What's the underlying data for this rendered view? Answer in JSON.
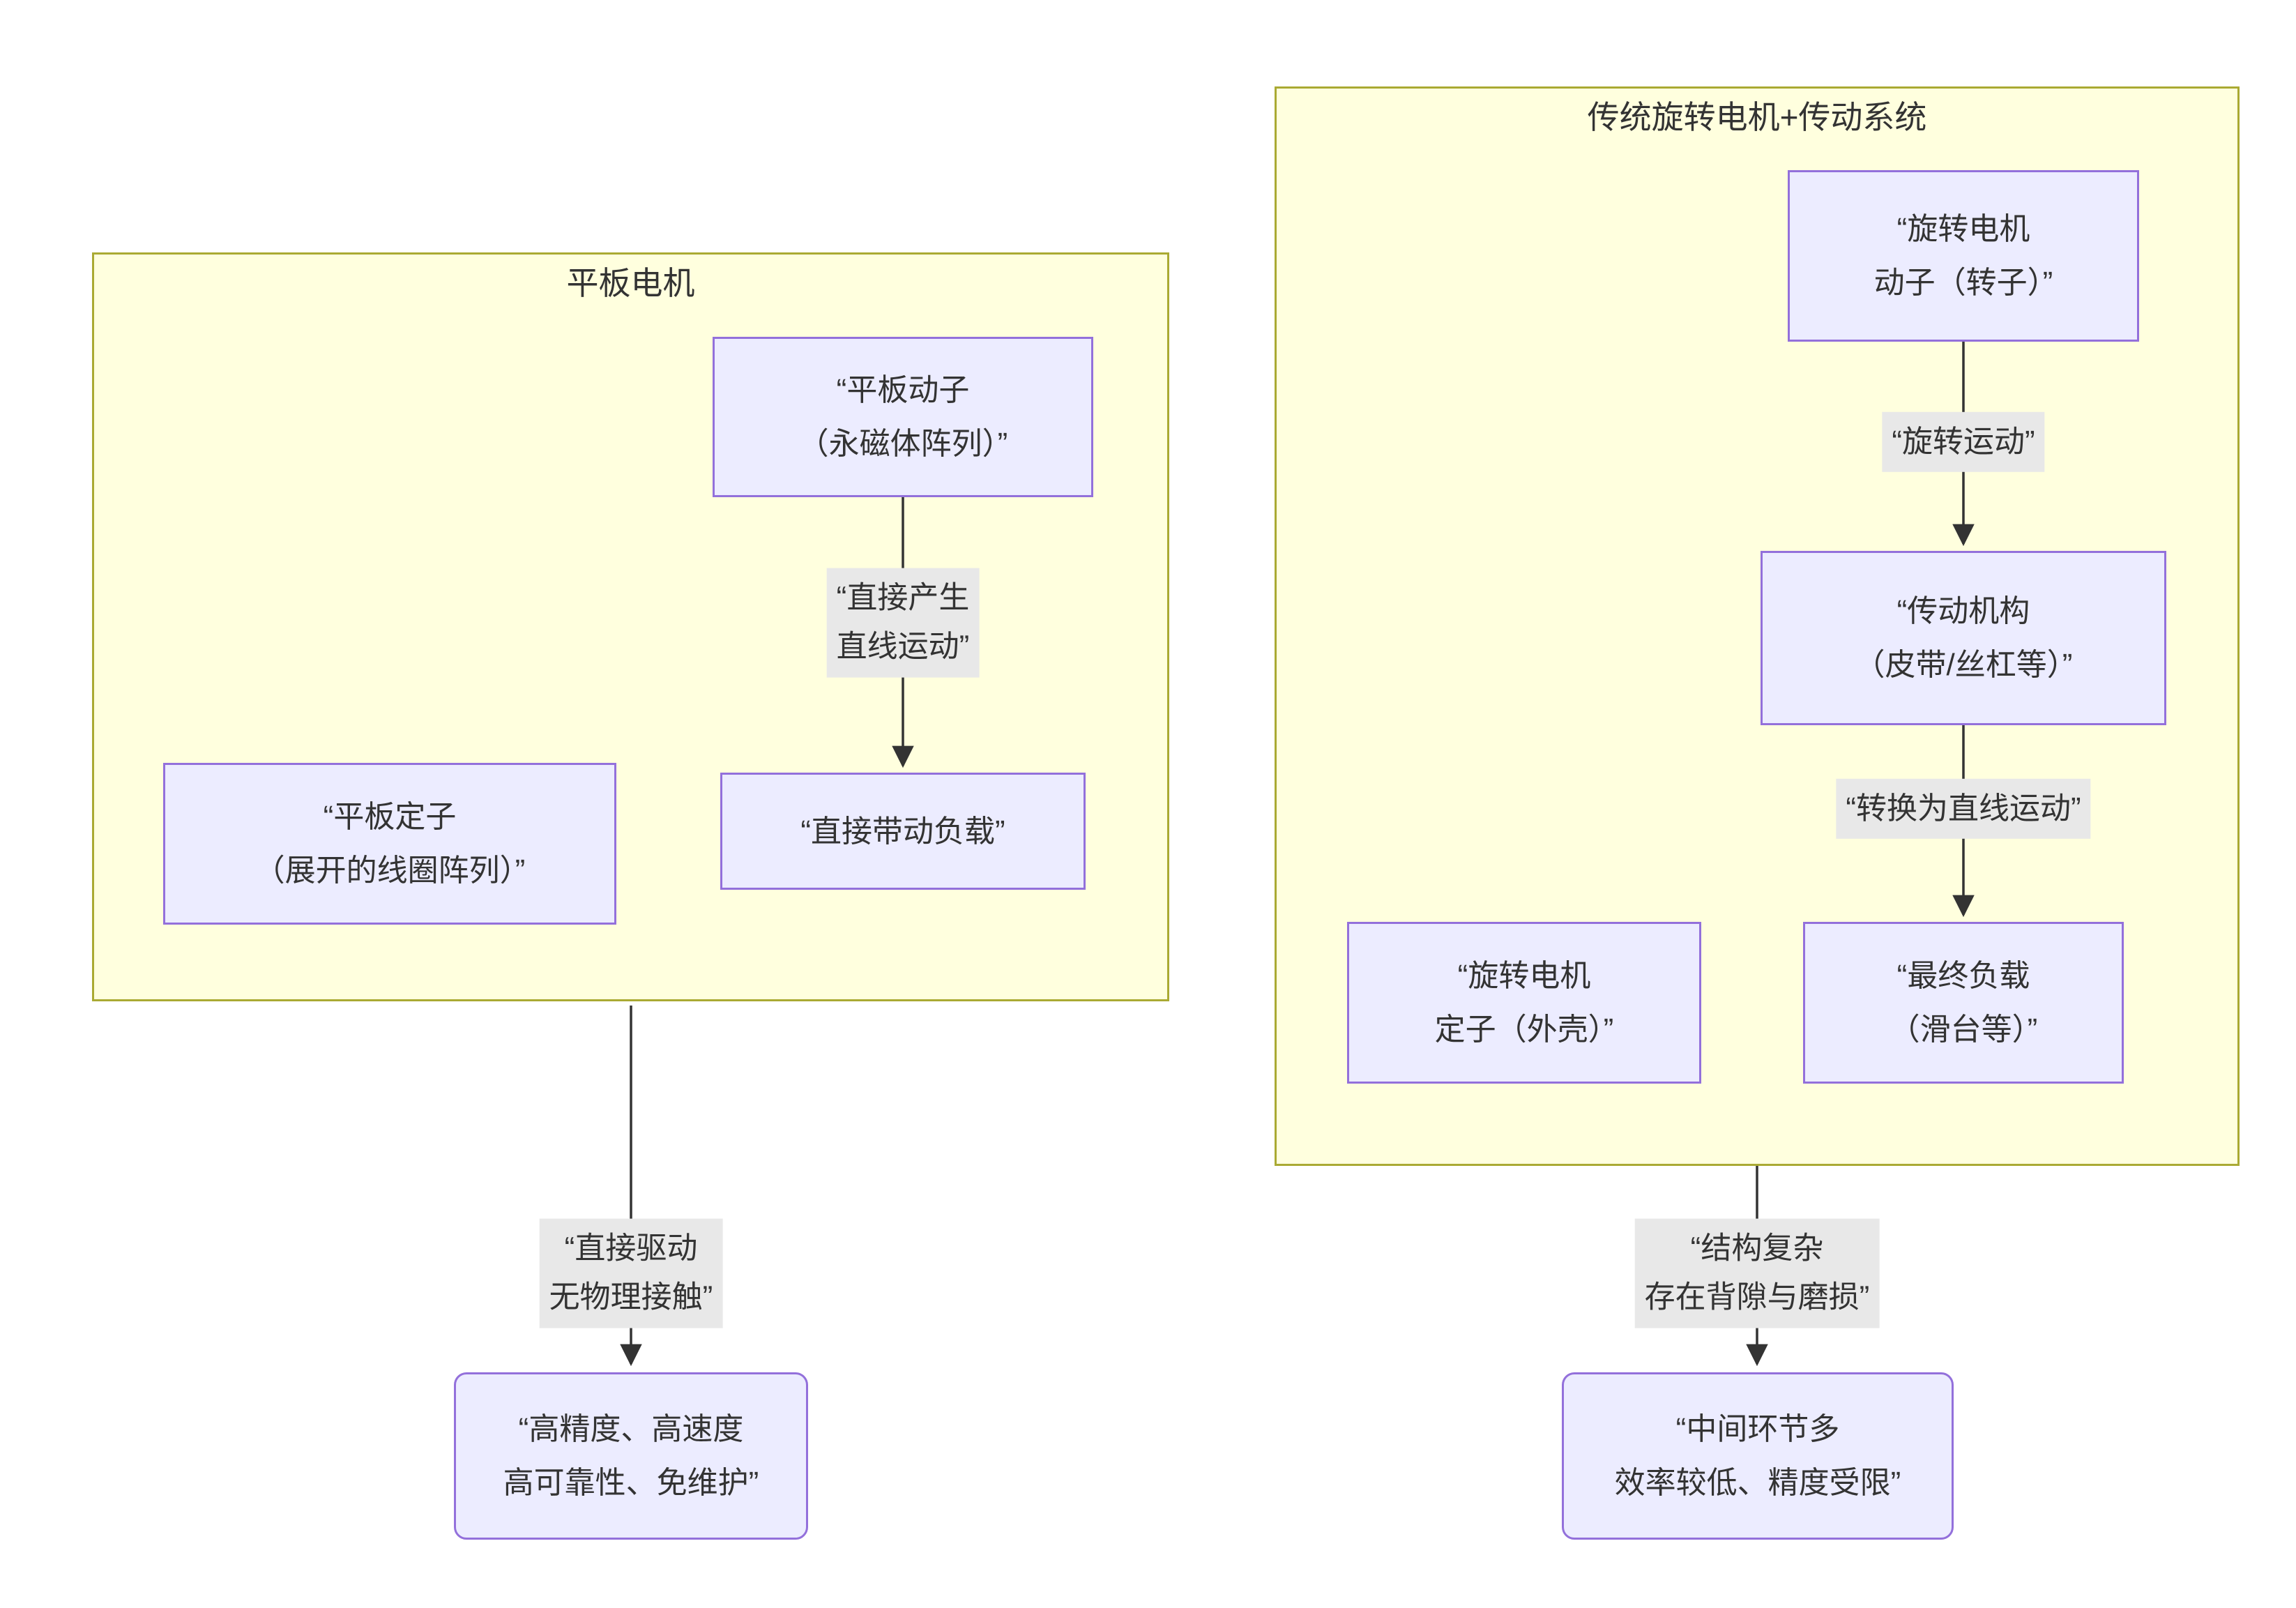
{
  "diagram": {
    "groups": {
      "left": {
        "title": "平板电机"
      },
      "right": {
        "title": "传统旋转电机+传动系统"
      }
    },
    "nodes": {
      "flat_mover": "“平板动子\n（永磁体阵列）”",
      "flat_stator": "“平板定子\n（展开的线圈阵列）”",
      "direct_load": "“直接带动负载”",
      "flat_result": "“高精度、高速度\n高可靠性、免维护”",
      "rotary_rotor": "“旋转电机\n动子（转子）”",
      "transmission": "“传动机构\n（皮带/丝杠等）”",
      "rotary_stator": "“旋转电机\n定子（外壳）”",
      "final_load": "“最终负载\n（滑台等）”",
      "rotary_result": "“中间环节多\n效率较低、精度受限”"
    },
    "edge_labels": {
      "produce_linear": "“直接产生\n直线运动”",
      "direct_drive": "“直接驱动\n无物理接触”",
      "rotary_motion": "“旋转运动”",
      "convert_linear": "“转换为直线运动”",
      "complex": "“结构复杂\n存在背隙与磨损”"
    },
    "colors": {
      "canvas_bg": "#ffffff",
      "group_fill": "#ffffde",
      "group_border": "#aaaa33",
      "node_fill": "#ececff",
      "node_border": "#9370db",
      "label_bg": "#e8e8e8",
      "text": "#333333",
      "edge": "#333333"
    }
  }
}
